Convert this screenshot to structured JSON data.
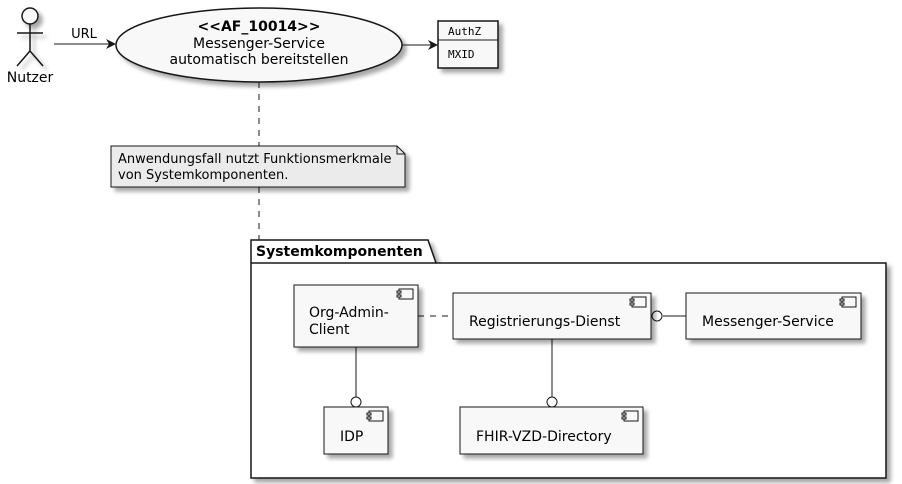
{
  "actor": {
    "label": "Nutzer"
  },
  "edge_label": "URL",
  "usecase": {
    "stereotype": "<<AF_10014>>",
    "line1": "Messenger-Service",
    "line2": "automatisch bereitstellen"
  },
  "classbox": {
    "line1": "AuthZ",
    "line2": "MXID"
  },
  "note": {
    "line1": "Anwendungsfall nutzt Funktionsmerkmale",
    "line2": "von Systemkomponenten."
  },
  "package": {
    "title": "Systemkomponenten"
  },
  "components": {
    "org_admin_line1": "Org-Admin-",
    "org_admin_line2": "Client",
    "registrierung": "Registrierungs-Dienst",
    "messenger": "Messenger-Service",
    "idp": "IDP",
    "fhir": "FHIR-VZD-Directory"
  },
  "colors": {
    "fill": "#f8f8f8",
    "note_fill": "#ebebeb",
    "stroke": "#181818",
    "shadow": "#d2d2d2"
  }
}
